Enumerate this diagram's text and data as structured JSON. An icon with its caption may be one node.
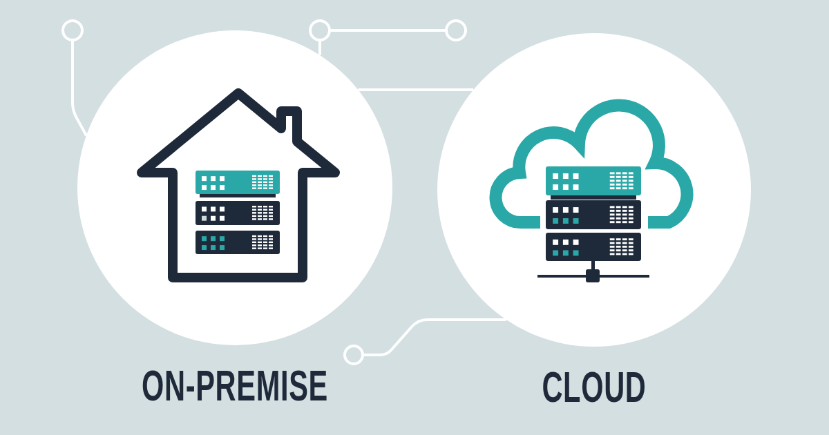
{
  "diagram": {
    "nodes": [
      {
        "text": [],
        "shape": "circle"
      },
      {
        "text": [],
        "shape": "circle"
      },
      {
        "text": [],
        "shape": "circle"
      },
      {
        "text": [
          "ON-PREMISE"
        ]
      },
      {
        "text": [
          "CLOUD"
        ]
      },
      {
        "text": [],
        "shape": "circle"
      }
    ],
    "edges": [
      {
        "from": 0,
        "to": 3,
        "arrow": "none"
      },
      {
        "from": 1,
        "to": 3,
        "arrow": "none"
      },
      {
        "from": 1,
        "to": 2,
        "arrow": "none"
      },
      {
        "from": 3,
        "to": 4,
        "arrow": "none"
      },
      {
        "from": 5,
        "to": 4,
        "arrow": "none"
      }
    ]
  }
}
